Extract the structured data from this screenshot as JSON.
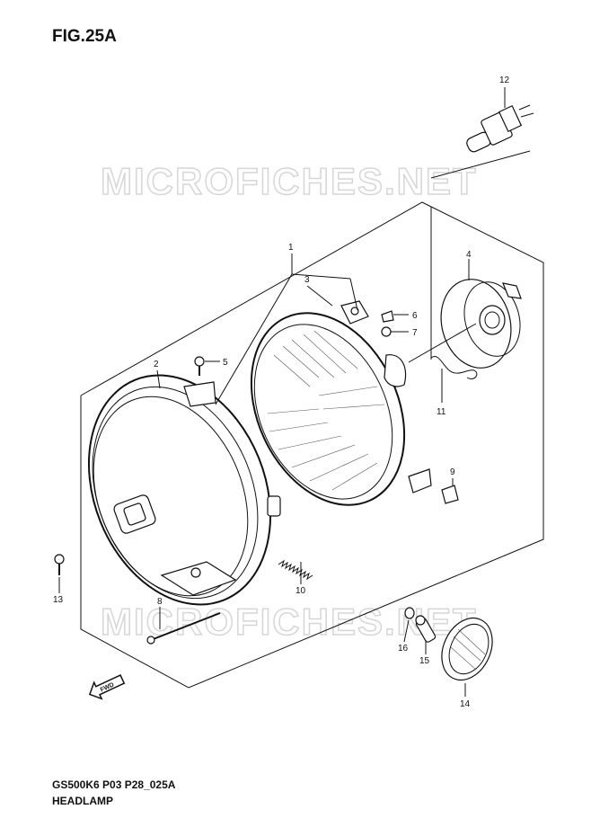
{
  "figure": {
    "title": "FIG.25A"
  },
  "footer": {
    "model_code": "GS500K6 P03 P28_025A",
    "section_name": "HEADLAMP"
  },
  "watermark": {
    "text": "MICROFICHES.NET"
  },
  "direction_badge": {
    "text": "FWD"
  },
  "callouts": [
    "1",
    "2",
    "3",
    "4",
    "5",
    "6",
    "7",
    "8",
    "9",
    "10",
    "11",
    "12",
    "13",
    "14",
    "15",
    "16"
  ]
}
